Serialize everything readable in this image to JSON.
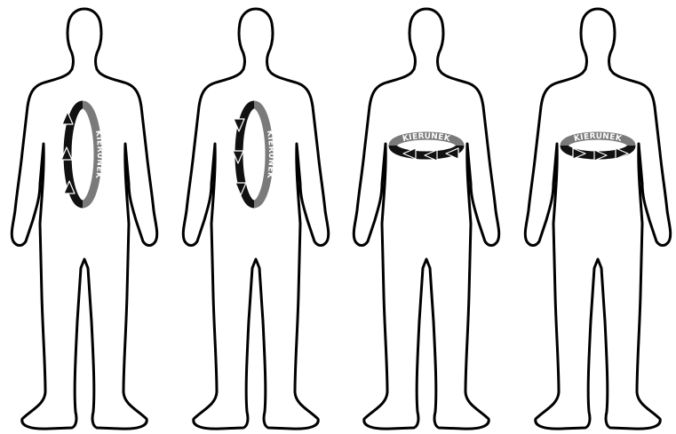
{
  "figures": [
    {
      "label": "KIERUNEK",
      "plane": "vertical",
      "rotation": "clockwise"
    },
    {
      "label": "KIERUNEK",
      "plane": "vertical",
      "rotation": "counterclockwise"
    },
    {
      "label": "KIERUNEK",
      "plane": "horizontal",
      "rotation": "clockwise"
    },
    {
      "label": "KIERUNEK",
      "plane": "horizontal",
      "rotation": "counterclockwise"
    }
  ],
  "colors": {
    "outline": "#000000",
    "fill": "#ffffff",
    "band_dark": "#111111",
    "band_grey": "#7a7a7a",
    "label_text": "#ffffff"
  }
}
